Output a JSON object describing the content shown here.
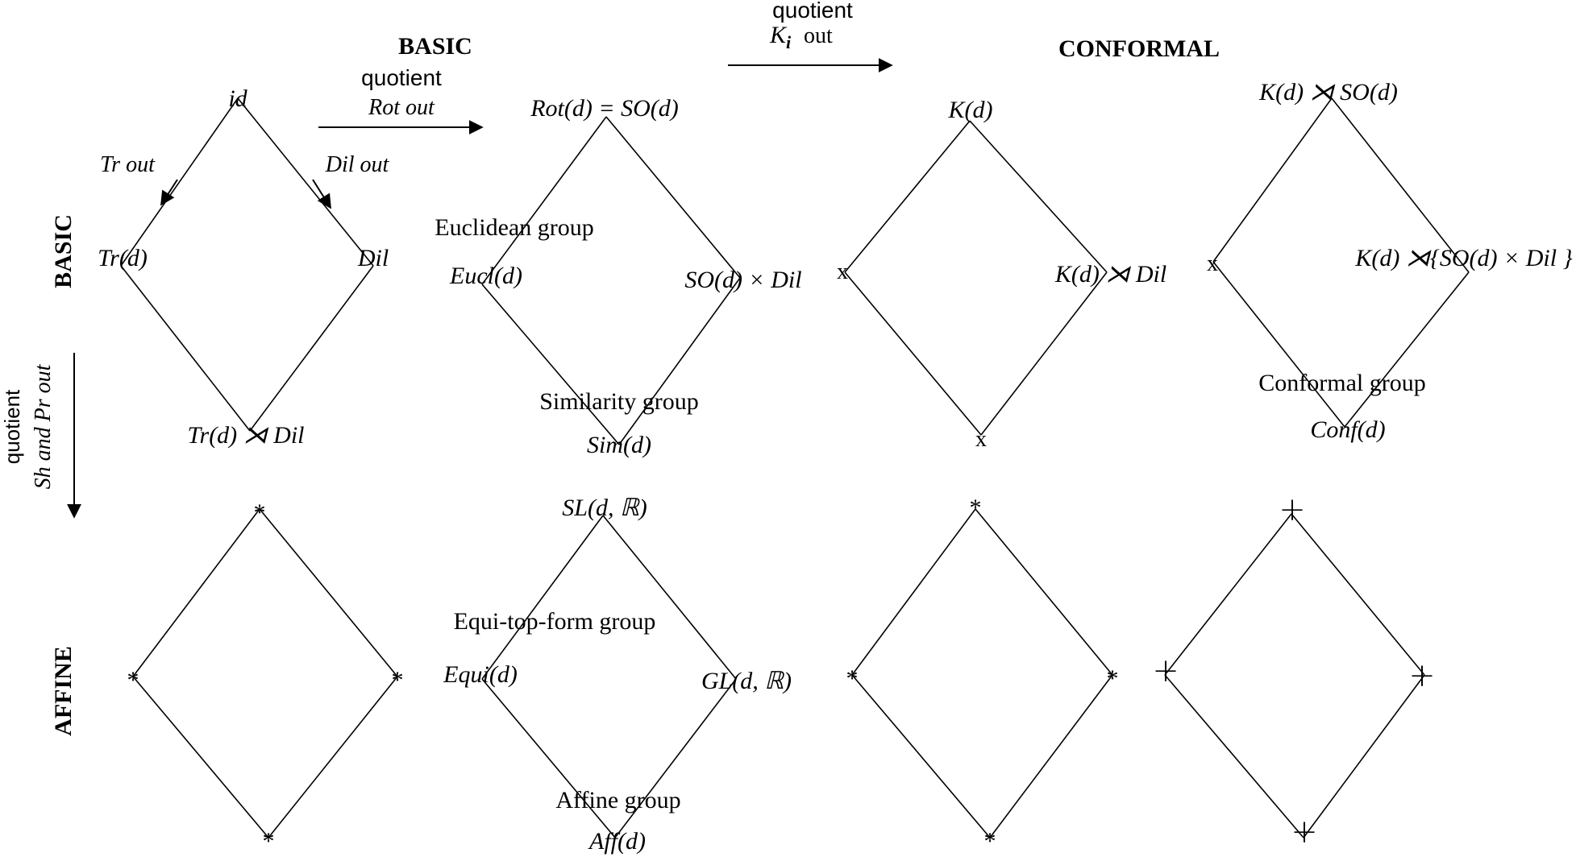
{
  "headers": {
    "basic_top": "BASIC",
    "conformal_top": "CONFORMAL",
    "basic_side": "BASIC",
    "affine_side": "AFFINE"
  },
  "arrows": {
    "rot_quotient": "quotient",
    "rot_out": "Rot out",
    "ki_quotient": "quotient",
    "ki_out": "K",
    "ki_sub": "i",
    "ki_out_word": "out",
    "sh_quotient": "quotient",
    "sh_pr_out": "Sh and Pr out",
    "tr_out": "Tr out",
    "dil_out": "Dil out"
  },
  "diamond1": {
    "top": "id",
    "left": "Tr(d)",
    "right": "Dil",
    "bottom": "Tr(d) ⋊ Dil"
  },
  "diamond2": {
    "top": "Rot(d) = SO(d)",
    "left": "Eucl(d)",
    "right": "SO(d) × Dil",
    "bottom": "Sim(d)",
    "group_left": "Euclidean group",
    "group_bottom": "Similarity group"
  },
  "diamond3": {
    "top": "K(d)",
    "left": "x",
    "right": "K(d) ⋊ Dil",
    "bottom": "x"
  },
  "diamond4": {
    "top": "K(d) ⋊ SO(d)",
    "left": "x",
    "right": "K(d) ⋊{SO(d) × Dil }",
    "bottom": "Conf(d)",
    "group_bottom": "Conformal group"
  },
  "diamond5": {
    "top": "*",
    "left": "*",
    "right": "*",
    "bottom": "*"
  },
  "diamond6": {
    "top": "SL(d, ℝ)",
    "left": "Equi(d)",
    "right": "GL(d, ℝ)",
    "bottom": "Aff(d)",
    "group_left": "Equi-top-form group",
    "group_bottom": "Affine group"
  },
  "diamond7": {
    "top": "*",
    "left": "*",
    "right": "*",
    "bottom": "*"
  },
  "diamond8": {
    "top": "+",
    "left": "+",
    "right": "+",
    "bottom": "+"
  }
}
